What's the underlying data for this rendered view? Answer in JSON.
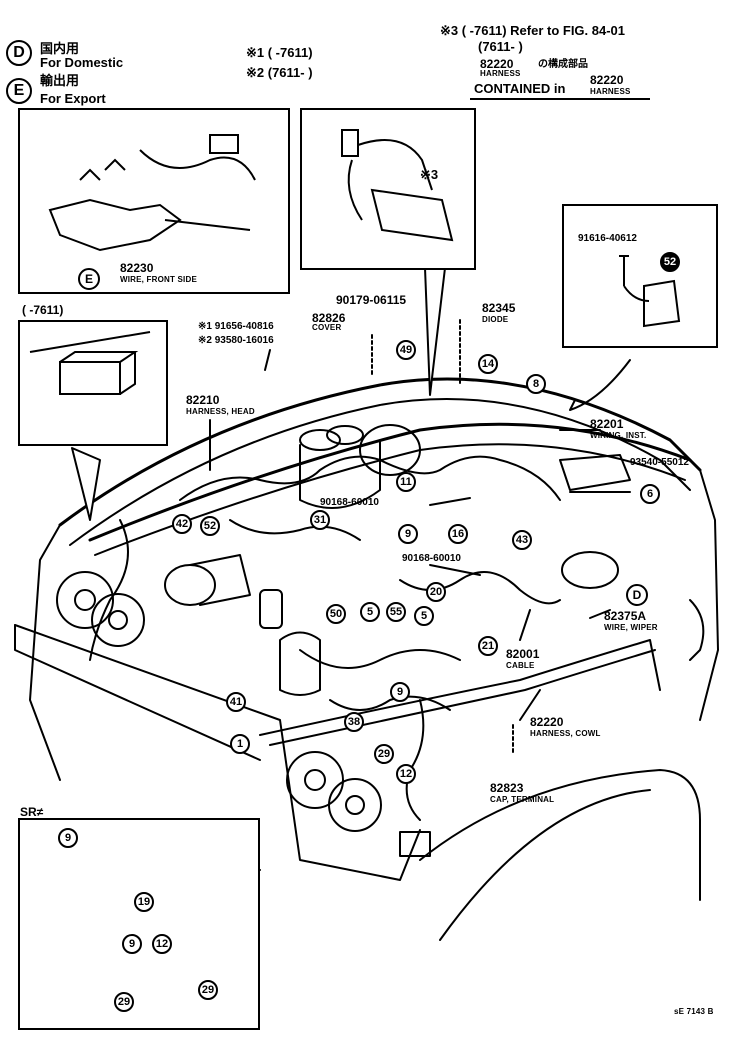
{
  "legend": {
    "d_symbol": "D",
    "d_jp": "国内用",
    "d_en": "For Domestic",
    "e_symbol": "E",
    "e_jp": "輸出用",
    "e_en": "For Export"
  },
  "variants": {
    "v1": "※1 (       -7611)",
    "v2": "※2 (7611-       )"
  },
  "note_top_right": {
    "line1": "※3 (       -7611) Refer to FIG. 84-01",
    "line2": "(7611-       )",
    "part": "82220",
    "part_sub": "HARNESS",
    "jp": "の構成部品",
    "contained": "CONTAINED in",
    "contained_part": "82220",
    "contained_sub": "HARNESS"
  },
  "inset_front": {
    "symbol": "E",
    "part": "82230",
    "desc": "WIRE, FRONT SIDE"
  },
  "inset_mid": {
    "mark": "※3"
  },
  "inset_right": {
    "part": "91616-40612",
    "circle": "52"
  },
  "inset_left": {
    "label": "(        -7611)"
  },
  "inset_sr": {
    "label": "SR≠"
  },
  "labels": {
    "l82826": "82826",
    "l82826_sub": "COVER",
    "l90179": "90179-06115",
    "l82345": "82345",
    "l82345_sub": "DIODE",
    "l91656": "※1  91656-40816",
    "l93580": "※2  93580-16016",
    "l82210": "82210",
    "l82210_sub": "HARNESS, HEAD",
    "l82201": "82201",
    "l82201_sub": "WIRING, INST.",
    "l93540": "93540-55012",
    "l90168a": "90168-60010",
    "l90168b": "90168-60010",
    "l82375": "82375A",
    "l82375_sub": "WIRE, WIPER",
    "l82375_sym": "D",
    "l82001": "82001",
    "l82001_sub": "CABLE",
    "l82220": "82220",
    "l82220_sub": "HARNESS, COWL",
    "l82823": "82823",
    "l82823_sub": "CAP, TERMINAL",
    "fig_code": "sE 7143 B"
  },
  "callouts": [
    "49",
    "14",
    "8",
    "11",
    "6",
    "9",
    "16",
    "43",
    "31",
    "52",
    "42",
    "20",
    "50",
    "5",
    "55",
    "5",
    "21",
    "9",
    "41",
    "1",
    "38",
    "29",
    "12",
    "19",
    "9",
    "12",
    "29",
    "29"
  ]
}
